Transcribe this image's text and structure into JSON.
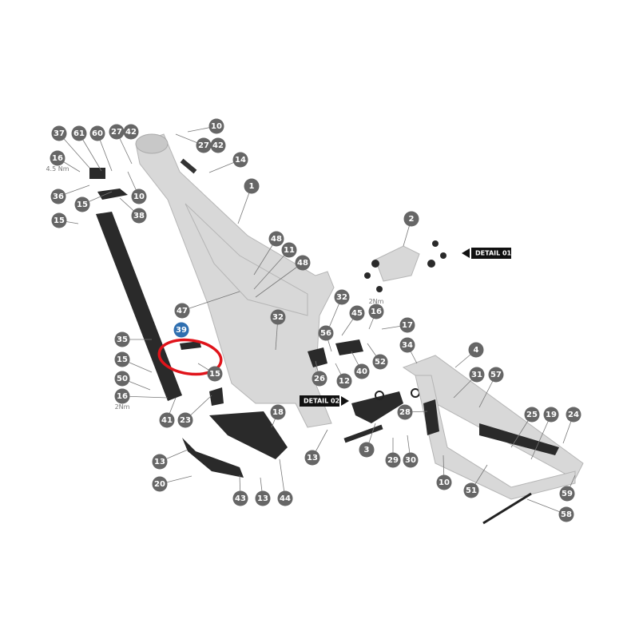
{
  "callouts": [
    "10",
    "27",
    "42",
    "14",
    "1",
    "37",
    "61",
    "60",
    "27",
    "42",
    "16",
    "36",
    "15",
    "10",
    "38",
    "15",
    "2",
    "48",
    "11",
    "48",
    "47",
    "32",
    "32",
    "45",
    "16",
    "17",
    "56",
    "26",
    "12",
    "40",
    "52",
    "34",
    "4",
    "31",
    "57",
    "39",
    "35",
    "15",
    "50",
    "16",
    "41",
    "23",
    "15",
    "18",
    "28",
    "3",
    "29",
    "30",
    "13",
    "10",
    "51",
    "25",
    "19",
    "24",
    "59",
    "58",
    "13",
    "20",
    "43",
    "13",
    "44"
  ],
  "torque_labels": [
    "4.5\nNm",
    "2Nm",
    "2Nm"
  ],
  "detail_labels": [
    "DETAIL 01",
    "DETAIL 02"
  ],
  "highlight_color": "#e0141b",
  "highlighted_part": "39"
}
